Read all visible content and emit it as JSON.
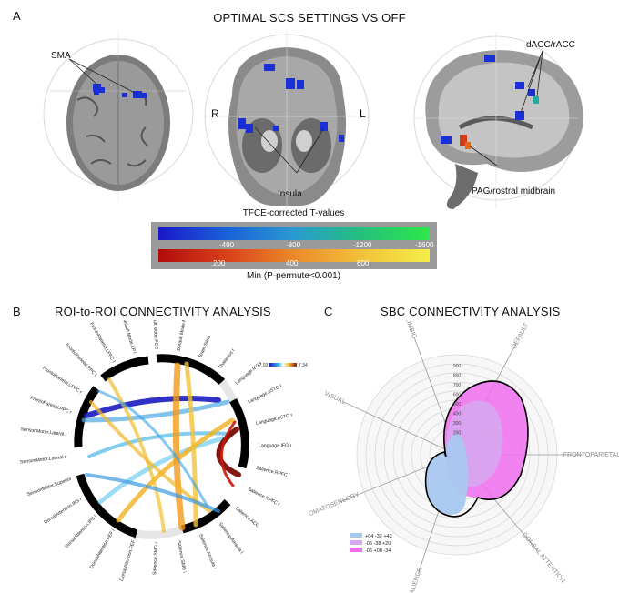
{
  "panel_a": {
    "letter": "A",
    "title": "OPTIMAL SCS SETTINGS VS OFF",
    "labels": {
      "sma": "SMA",
      "dacc": "dACC/rACC",
      "insula": "Insula",
      "pag": "PAG/rostral midbrain",
      "right": "R",
      "left": "L"
    },
    "colorbar": {
      "title": "TFCE-corrected T-values",
      "neg_ticks": [
        "-400",
        "-800",
        "-1200",
        "-1600"
      ],
      "pos_ticks": [
        "200",
        "400",
        "600"
      ],
      "caption": "Min (P-permute<0.001)"
    }
  },
  "panel_b": {
    "letter": "B",
    "title": "ROI-to-ROI CONNECTIVITY ANALYSIS",
    "scale_min": "-7.93",
    "scale_max": "7.34",
    "node_labels": [
      "Default Mode.PCC",
      "Default Mode.MPFC",
      "Brain Stem",
      "Thalamus r",
      "Language.IFG l",
      "Language.pSTG l",
      "Language.pSTG r",
      "Language.IFG r",
      "Salience.RPFC l",
      "Salience.RPFC r",
      "Salience.ACC",
      "Salience.AInsula l",
      "Salience.AInsula r",
      "Salience.SMG l",
      "Salience.SMG r",
      "DorsalAttention.FEF l",
      "DorsalAttention.FEF r",
      "DorsalAttention.IPS l",
      "DorsalAttention.IPS r",
      "SensoriMotor.Superior",
      "SensoriMotor.Lateral r",
      "SensoriMotor.Lateral l",
      "FrontoParietal.PPC r",
      "FrontoParietal.LPFC r",
      "FrontoParietal.PPC l",
      "FrontoParietal.LPFC l",
      "Default Mode.LP l"
    ]
  },
  "panel_c": {
    "letter": "C",
    "title": "SBC CONNECTIVITY ANALYSIS",
    "axes": [
      "LIMBIC",
      "DEFAULT",
      "FRONTOPARIETAL",
      "DORSAL ATTENTION",
      "SALIENCE",
      "SOMATOSENSORY",
      "VISUAL"
    ],
    "radial_ticks": [
      "900",
      "800",
      "700",
      "600",
      "500",
      "400",
      "300",
      "200"
    ],
    "legend": [
      {
        "label": "+04 -32 +42",
        "color": "#a9c8ef"
      },
      {
        "label": "-06 -38 +20",
        "color": "#d6a6f0"
      },
      {
        "label": "-06 +00 -34",
        "color": "#f06ef0"
      }
    ]
  }
}
